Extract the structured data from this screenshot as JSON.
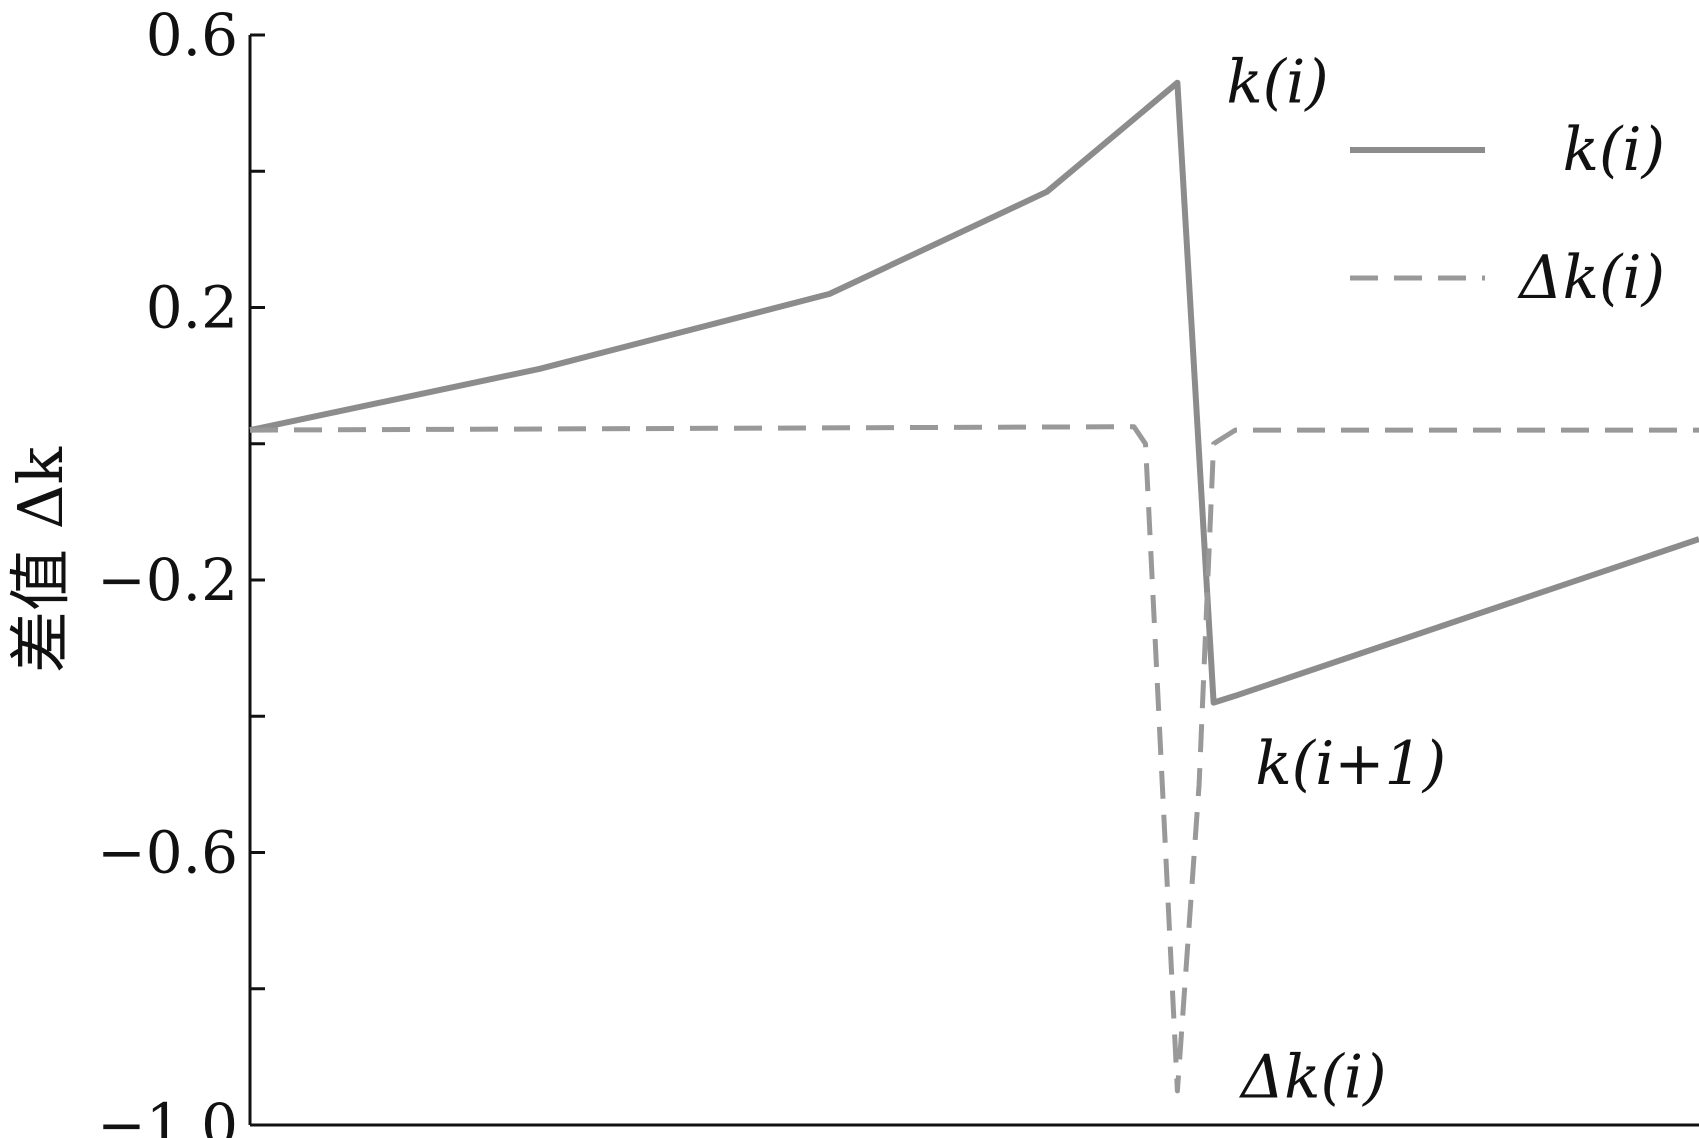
{
  "chart_data": {
    "type": "line",
    "ylabel": "差值 Δk",
    "xlabel": "",
    "ylim": [
      -1.0,
      0.6
    ],
    "y_ticks": [
      0.6,
      0.4,
      0.2,
      0.0,
      -0.2,
      -0.4,
      -0.6,
      -0.8,
      -1.0
    ],
    "y_tick_labels": [
      "0.6",
      "0.2",
      "−0.2",
      "−0.6",
      "−1.0"
    ],
    "x_range": [
      0,
      1
    ],
    "grid": false,
    "legend_position": "top-right",
    "series": [
      {
        "name": "k(i)",
        "style": "solid",
        "color": "#8c8c8c",
        "points": [
          {
            "x": 0.0,
            "y": 0.02
          },
          {
            "x": 0.2,
            "y": 0.11
          },
          {
            "x": 0.4,
            "y": 0.22
          },
          {
            "x": 0.55,
            "y": 0.37
          },
          {
            "x": 0.64,
            "y": 0.53
          },
          {
            "x": 0.665,
            "y": -0.38
          },
          {
            "x": 0.68,
            "y": -0.37
          },
          {
            "x": 1.0,
            "y": -0.14
          }
        ]
      },
      {
        "name": "Δk(i)",
        "style": "dashed",
        "color": "#999999",
        "points": [
          {
            "x": 0.0,
            "y": 0.02
          },
          {
            "x": 0.61,
            "y": 0.025
          },
          {
            "x": 0.618,
            "y": 0.0
          },
          {
            "x": 0.64,
            "y": -0.95
          },
          {
            "x": 0.655,
            "y": -0.5
          },
          {
            "x": 0.665,
            "y": 0.0
          },
          {
            "x": 0.68,
            "y": 0.02
          },
          {
            "x": 1.0,
            "y": 0.02
          }
        ]
      }
    ],
    "annotations": [
      {
        "text": "k(i)",
        "x": 0.66,
        "y": 0.53
      },
      {
        "text": "k(i+1)",
        "x": 0.68,
        "y": -0.47
      },
      {
        "text": "Δk(i)",
        "x": 0.67,
        "y": -0.93
      }
    ]
  }
}
